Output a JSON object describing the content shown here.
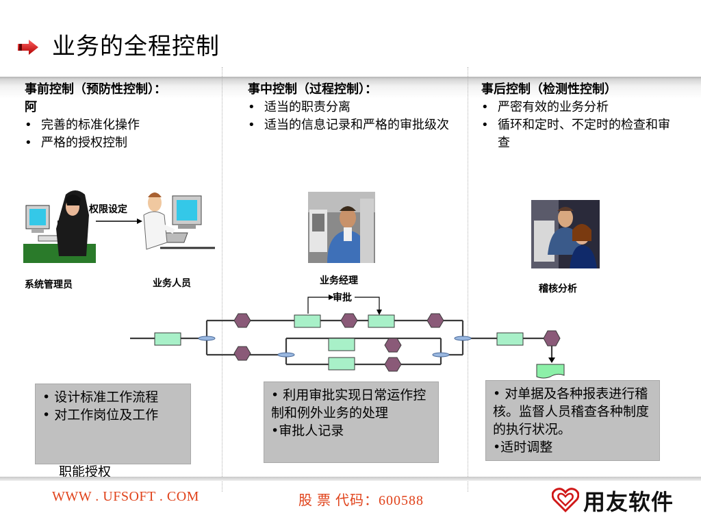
{
  "slide": {
    "title": "业务的全程控制"
  },
  "columns": [
    {
      "heading": "事前控制（预防性控制）：",
      "heading_extra": "阿",
      "bullets": [
        "完善的标准化操作",
        "严格的授权控制"
      ]
    },
    {
      "heading": "事中控制（过程控制）：",
      "bullets": [
        "适当的职责分离",
        "适当的信息记录和严格的审批级次"
      ]
    },
    {
      "heading": "事后控制（检测性控制）",
      "bullets": [
        "严密有效的业务分析",
        "循环和定时、不定时的检查和审查"
      ]
    }
  ],
  "captions": {
    "permission": "权限设定",
    "sysadmin": "系统管理员",
    "staff": "业务人员",
    "manager": "业务经理",
    "approve": "审批",
    "audit": "稽核分析"
  },
  "boxes": {
    "left": {
      "line1": "• 设计标准工作流程",
      "line2": "• 对工作岗位及工作",
      "overflow": "职能授权"
    },
    "middle": {
      "line1": "• 利用审批实现日常运作控制和例外业务的处理",
      "line2": "•审批人记录"
    },
    "right": {
      "line1": "• 对单据及各种报表进行稽核。监督人员稽查各种制度的执行状况。",
      "line2": "•适时调整"
    }
  },
  "footer": {
    "url": "WWW . UFSOFT . COM",
    "stock": "股 票 代码：600588",
    "logo": "用友软件"
  },
  "colors": {
    "arrow_red": "#e01010",
    "process_green": "#a8f0c8",
    "hexagon_purple": "#8a5a78",
    "footer_orange": "#e0421a",
    "box_gray": "#c0c0c0"
  }
}
